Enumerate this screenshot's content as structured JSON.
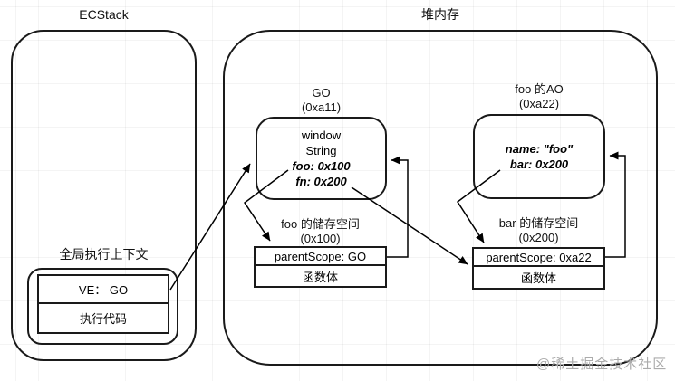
{
  "colors": {
    "line": "#000000",
    "watermark": "#ababab",
    "grid": "#ebebeb",
    "background": "#ffffff"
  },
  "ecstack": {
    "title": "ECStack",
    "context_label": "全局执行上下文",
    "table": {
      "rows": [
        "VE： GO",
        "执行代码"
      ]
    }
  },
  "heap": {
    "title": "堆内存",
    "go": {
      "label": "GO",
      "address": "(0xa11)",
      "entries": [
        "window",
        "String"
      ],
      "pointers": [
        "foo: 0x100",
        "fn: 0x200"
      ]
    },
    "foo_ao": {
      "label": "foo 的AO",
      "address": "(0xa22)",
      "pointers": [
        "name: \"foo\"",
        "bar: 0x200"
      ]
    },
    "foo_space": {
      "label": "foo 的储存空间",
      "address": "(0x100)",
      "rows": [
        "parentScope: GO",
        "函数体"
      ]
    },
    "bar_space": {
      "label": "bar 的储存空间",
      "address": "(0x200)",
      "rows": [
        "parentScope: 0xa22",
        "函数体"
      ]
    }
  },
  "connections": [
    {
      "from": "VE： GO",
      "to": "GO (0xa11)"
    },
    {
      "from": "foo: 0x100",
      "to": "foo 的储存空间 (0x100)"
    },
    {
      "from": "fn: 0x200",
      "to": "bar 的储存空间 parentScope: 0xa22"
    },
    {
      "from": "bar: 0x200",
      "to": "bar 的储存空间 (0x200)"
    },
    {
      "from": "parentScope: GO",
      "to": "GO (0xa11)"
    },
    {
      "from": "parentScope: 0xa22",
      "to": "foo 的AO (0xa22)"
    }
  ],
  "watermark": "@稀土掘金技术社区"
}
